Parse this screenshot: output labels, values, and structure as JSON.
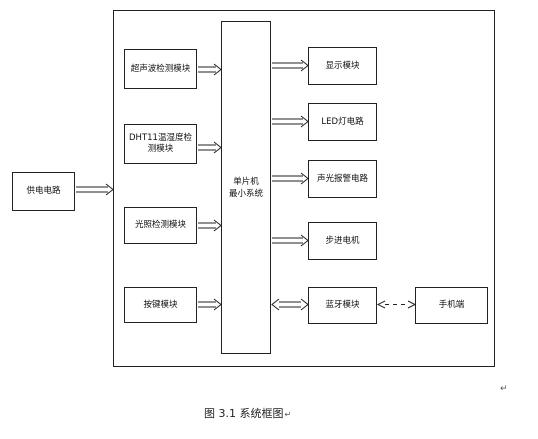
{
  "power": {
    "label": "供电电路"
  },
  "inputs": [
    {
      "key": "ultrasonic",
      "label": "超声波检测模块"
    },
    {
      "key": "dht11",
      "label": "DHT11温湿度检测模块"
    },
    {
      "key": "light",
      "label": "光照检测模块"
    },
    {
      "key": "keys",
      "label": "按键模块"
    }
  ],
  "mcu": {
    "line1": "单片机",
    "line2": "最小系统"
  },
  "outputs": [
    {
      "key": "display",
      "label": "显示模块"
    },
    {
      "key": "led",
      "label": "LED灯电路"
    },
    {
      "key": "alarm",
      "label": "声光报警电路"
    },
    {
      "key": "motor",
      "label": "步进电机"
    },
    {
      "key": "bluetooth",
      "label": "蓝牙模块"
    }
  ],
  "phone": {
    "label": "手机端"
  },
  "caption": {
    "text": "图 3.1 系统框图"
  },
  "marks": {
    "paragraph": "↵"
  }
}
